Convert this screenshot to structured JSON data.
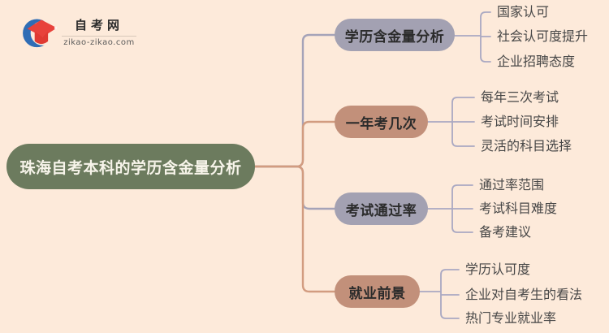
{
  "logo": {
    "site_name": "自考网",
    "domain": "zikao-zikao.com"
  },
  "root": {
    "label": "珠海自考本科的学历含金量分析"
  },
  "branches": [
    {
      "label": "学历含金量分析",
      "children": [
        "国家认可",
        "社会认可度提升",
        "企业招聘态度"
      ]
    },
    {
      "label": "一年考几次",
      "children": [
        "每年三次考试",
        "考试时间安排",
        "灵活的科目选择"
      ]
    },
    {
      "label": "考试通过率",
      "children": [
        "通过率范围",
        "考试科目难度",
        "备考建议"
      ]
    },
    {
      "label": "就业前景",
      "children": [
        "学历认可度",
        "企业对自考生的看法",
        "热门专业就业率"
      ]
    }
  ],
  "colors": {
    "background": "#fdeada",
    "root_fill": "#6c7b5e",
    "root_text": "#f7f4ea",
    "branch_fill_gray": "#a3a1b2",
    "branch_fill_tan": "#c2907a",
    "connector_gray": "#a5a3b8",
    "connector_tan": "#d29c80",
    "child_bracket": "#a9a8c2",
    "node_text": "#2b2b2b",
    "leaf_text": "#474747",
    "logo_blue": "#2f6db5",
    "logo_red": "#e8423b"
  }
}
